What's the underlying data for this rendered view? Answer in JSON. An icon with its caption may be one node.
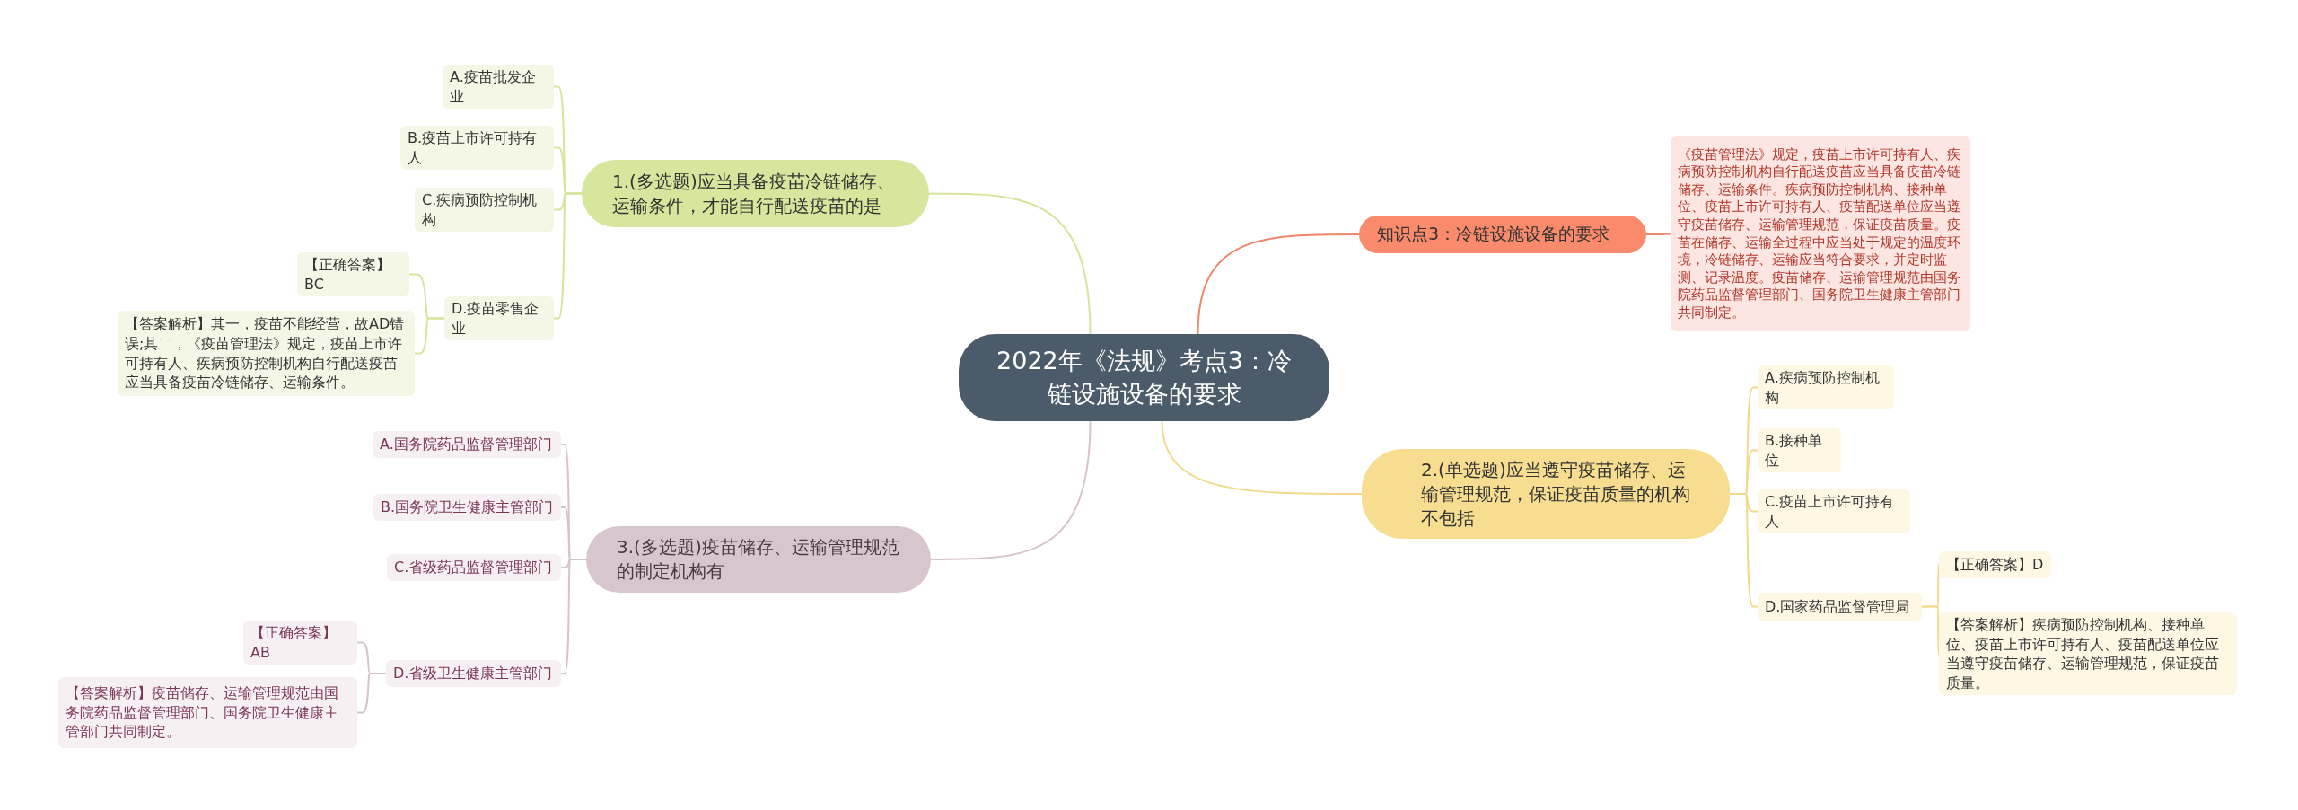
{
  "diagram": {
    "nodes": [
      {
        "text": [
          "2022年《法规》考点3：冷链设施设备的要求"
        ]
      },
      {
        "text": [
          "1.(多选题)应当具备疫苗冷链储存、运输条件，才能自行配送疫苗的是"
        ]
      },
      {
        "text": [
          "A.疫苗批发企业"
        ]
      },
      {
        "text": [
          "B.疫苗上市许可持有人"
        ]
      },
      {
        "text": [
          "C.疾病预防控制机构"
        ]
      },
      {
        "text": [
          "D.疫苗零售企业"
        ]
      },
      {
        "text": [
          "【正确答案】BC"
        ]
      },
      {
        "text": [
          "【答案解析】其一，疫苗不能经营，故AD错误;其二，《疫苗管理法》规定，疫苗上市许可持有人、疾病预防控制机构自行配送疫苗应当具备疫苗冷链储存、运输条件。"
        ]
      },
      {
        "text": [
          "知识点3：冷链设施设备的要求"
        ]
      },
      {
        "text": [
          "《疫苗管理法》规定，疫苗上市许可持有人、疾病预防控制机构自行配送疫苗应当具备疫苗冷链储存、运输条件。疾病预防控制机构、接种单位、疫苗上市许可持有人、疫苗配送单位应当遵守疫苗储存、运输管理规范，保证疫苗质量。疫苗在储存、运输全过程中应当处于规定的温度环境，冷链储存、运输应当符合要求，并定时监测、记录温度。疫苗储存、运输管理规范由国务院药品监督管理部门、国务院卫生健康主管部门共同制定。"
        ]
      },
      {
        "text": [
          "2.(单选题)应当遵守疫苗储存、运输管理规范，保证疫苗质量的机构不包括"
        ]
      },
      {
        "text": [
          "A.疾病预防控制机构"
        ]
      },
      {
        "text": [
          "B.接种单位"
        ]
      },
      {
        "text": [
          "C.疫苗上市许可持有人"
        ]
      },
      {
        "text": [
          "D.国家药品监督管理局"
        ]
      },
      {
        "text": [
          "【正确答案】D"
        ]
      },
      {
        "text": [
          "【答案解析】疾病预防控制机构、接种单位、疫苗上市许可持有人、疫苗配送单位应当遵守疫苗储存、运输管理规范，保证疫苗质量。"
        ]
      },
      {
        "text": [
          "3.(多选题)疫苗储存、运输管理规范的制定机构有"
        ]
      },
      {
        "text": [
          "A.国务院药品监督管理部门"
        ]
      },
      {
        "text": [
          "B.国务院卫生健康主管部门"
        ]
      },
      {
        "text": [
          "C.省级药品监督管理部门"
        ]
      },
      {
        "text": [
          "D.省级卫生健康主管部门"
        ]
      },
      {
        "text": [
          "【正确答案】AB"
        ]
      },
      {
        "text": [
          "【答案解析】疫苗储存、运输管理规范由国务院药品监督管理部门、国务院卫生健康主管部门共同制定。"
        ]
      }
    ],
    "edges": [
      {
        "from": 0,
        "to": 1,
        "arrow": "none",
        "color": "#d4e59c"
      },
      {
        "from": 1,
        "to": 2,
        "arrow": "none",
        "color": "#d4e59c"
      },
      {
        "from": 1,
        "to": 3,
        "arrow": "none",
        "color": "#d4e59c"
      },
      {
        "from": 1,
        "to": 4,
        "arrow": "none",
        "color": "#d4e59c"
      },
      {
        "from": 1,
        "to": 5,
        "arrow": "none",
        "color": "#d4e59c"
      },
      {
        "from": 5,
        "to": 6,
        "arrow": "none",
        "color": "#d4e59c"
      },
      {
        "from": 5,
        "to": 7,
        "arrow": "none",
        "color": "#d4e59c"
      },
      {
        "from": 0,
        "to": 8,
        "arrow": "none",
        "color": "#f0876a"
      },
      {
        "from": 8,
        "to": 9,
        "arrow": "none",
        "color": "#f0876a"
      },
      {
        "from": 0,
        "to": 10,
        "arrow": "none",
        "color": "#f2d98c"
      },
      {
        "from": 10,
        "to": 11,
        "arrow": "none",
        "color": "#f2d98c"
      },
      {
        "from": 10,
        "to": 12,
        "arrow": "none",
        "color": "#f2d98c"
      },
      {
        "from": 10,
        "to": 13,
        "arrow": "none",
        "color": "#f2d98c"
      },
      {
        "from": 10,
        "to": 14,
        "arrow": "none",
        "color": "#f2d98c"
      },
      {
        "from": 14,
        "to": 15,
        "arrow": "none",
        "color": "#f2d98c"
      },
      {
        "from": 14,
        "to": 16,
        "arrow": "none",
        "color": "#f2d98c"
      },
      {
        "from": 0,
        "to": 17,
        "arrow": "none",
        "color": "#d5c4cc"
      },
      {
        "from": 17,
        "to": 18,
        "arrow": "none",
        "color": "#d5c4cc"
      },
      {
        "from": 17,
        "to": 19,
        "arrow": "none",
        "color": "#d5c4cc"
      },
      {
        "from": 17,
        "to": 20,
        "arrow": "none",
        "color": "#d5c4cc"
      },
      {
        "from": 17,
        "to": 21,
        "arrow": "none",
        "color": "#d5c4cc"
      },
      {
        "from": 21,
        "to": 22,
        "arrow": "none",
        "color": "#d5c4cc"
      },
      {
        "from": 21,
        "to": 23,
        "arrow": "none",
        "color": "#d5c4cc"
      }
    ]
  }
}
